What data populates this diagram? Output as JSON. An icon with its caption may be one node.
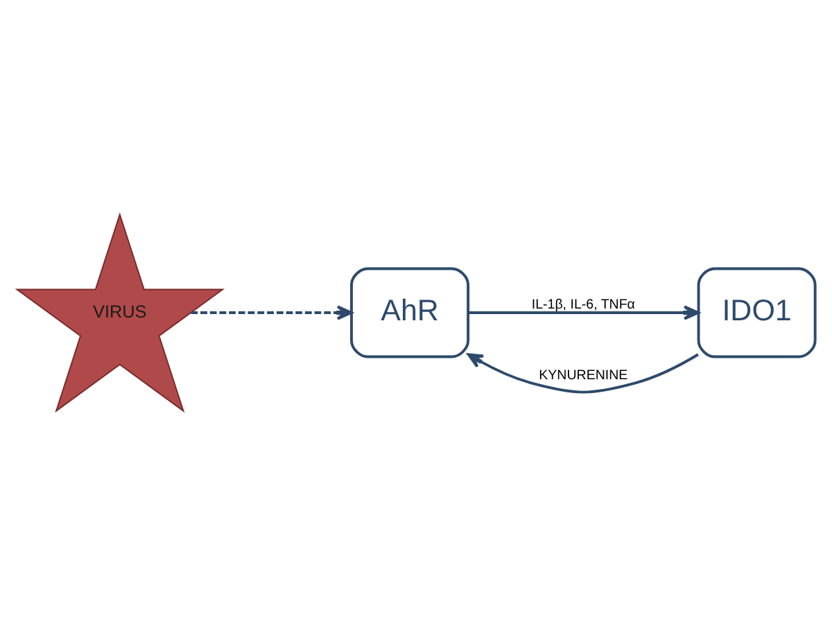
{
  "diagram": {
    "nodes": [
      {
        "text": [
          "VIRUS"
        ]
      },
      {
        "text": [
          "AhR"
        ]
      },
      {
        "text": [
          "IDO1"
        ]
      }
    ],
    "edges": [
      {
        "from": 0,
        "to": 1,
        "arrow": "to",
        "style": "dashed"
      },
      {
        "from": 2,
        "to": 1,
        "arrow": "to",
        "label": "KYNURENINE"
      },
      {
        "from": 1,
        "to": 2,
        "arrow": "to",
        "label": "IL-1β, IL-6, TNFα"
      }
    ]
  }
}
